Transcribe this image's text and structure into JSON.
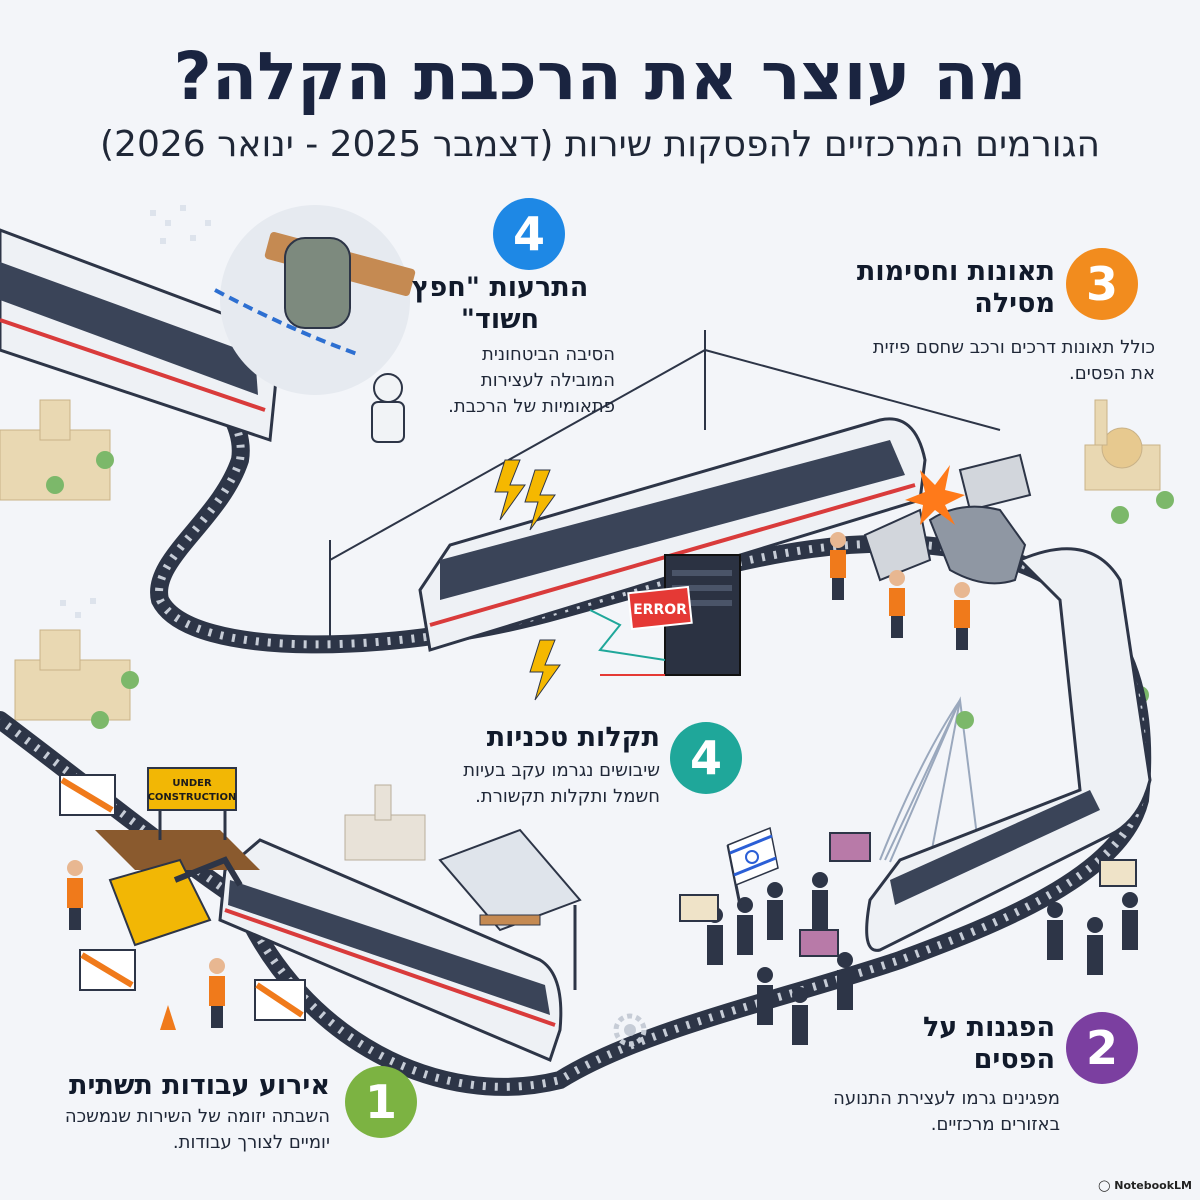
{
  "title": "מה עוצר את הרכבת הקלה?",
  "subtitle": "הגורמים המרכזיים להפסקות שירות (דצמבר 2025 - ינואר 2026)",
  "items": [
    {
      "number": "1",
      "title": "אירוע עבודות תשתית",
      "description": "השבתה יזומה של השירות שנמשכה יומיים לצורך עבודות.",
      "color": "#7cb342"
    },
    {
      "number": "2",
      "title": "הפגנות על הפסים",
      "description": "מפגינים גרמו לעצירת התנועה באזורים מרכזיים.",
      "color": "#7b3fa0"
    },
    {
      "number": "3",
      "title": "תאונות וחסימות מסילה",
      "description": "כולל תאונות דרכים ורכב שחסם פיזית את הפסים.",
      "color": "#f28c1e"
    },
    {
      "number": "4",
      "title": "התרעות \"חפץ חשוד\"",
      "description": "הסיבה הביטחונית המובילה לעצירות פתאומיות של הרכבת.",
      "color": "#1e88e5"
    },
    {
      "number": "4",
      "title": "תקלות טכניות",
      "description": "שיבושים נגרמו עקב בעיות חשמל ותקלות תקשורת.",
      "color": "#1fa79a"
    }
  ],
  "illustration": {
    "under_construction_sign": "UNDER CONSTRUCTION",
    "error_sign": "ERROR"
  },
  "footer": {
    "brand": "NotebookLM"
  }
}
